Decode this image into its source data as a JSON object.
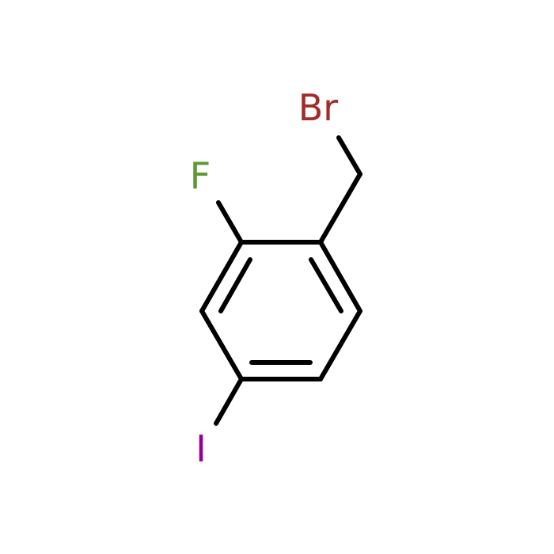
{
  "molecule": {
    "atoms": [
      {
        "id": "br",
        "symbol": "Br",
        "color": "#A52A2A"
      },
      {
        "id": "f",
        "symbol": "F",
        "color": "#5A9A32"
      },
      {
        "id": "i",
        "symbol": "I",
        "color": "#940094"
      }
    ],
    "bond_color": "#000000"
  }
}
